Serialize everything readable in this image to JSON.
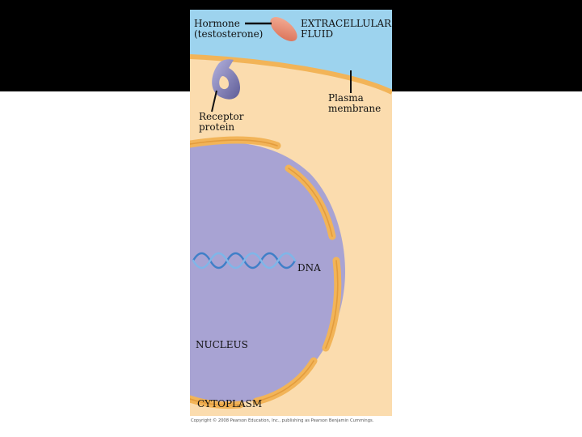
{
  "labels": {
    "hormone": "Hormone\n(testosterone)",
    "extracellular_fluid": "EXTRACELLULAR\nFLUID",
    "plasma_membrane": "Plasma\nmembrane",
    "receptor_protein": "Receptor\nprotein",
    "dna": "DNA",
    "nucleus": "NUCLEUS",
    "cytoplasm": "CYTOPLASM"
  },
  "copyright": "Copyright © 2008 Pearson Education, Inc., publishing as Pearson Benjamin Cummings.",
  "colors": {
    "extracellular_fluid": "#9dd3ee",
    "cytoplasm": "#fbdcae",
    "membrane": "#f2b458",
    "nucleus": "#a8a3d3",
    "nuclear_envelope": "#f2b458",
    "hormone": "#e9876d",
    "receptor": "#7f7db4",
    "dna_strand": "#4a8cd2",
    "background_band": "#000000"
  }
}
